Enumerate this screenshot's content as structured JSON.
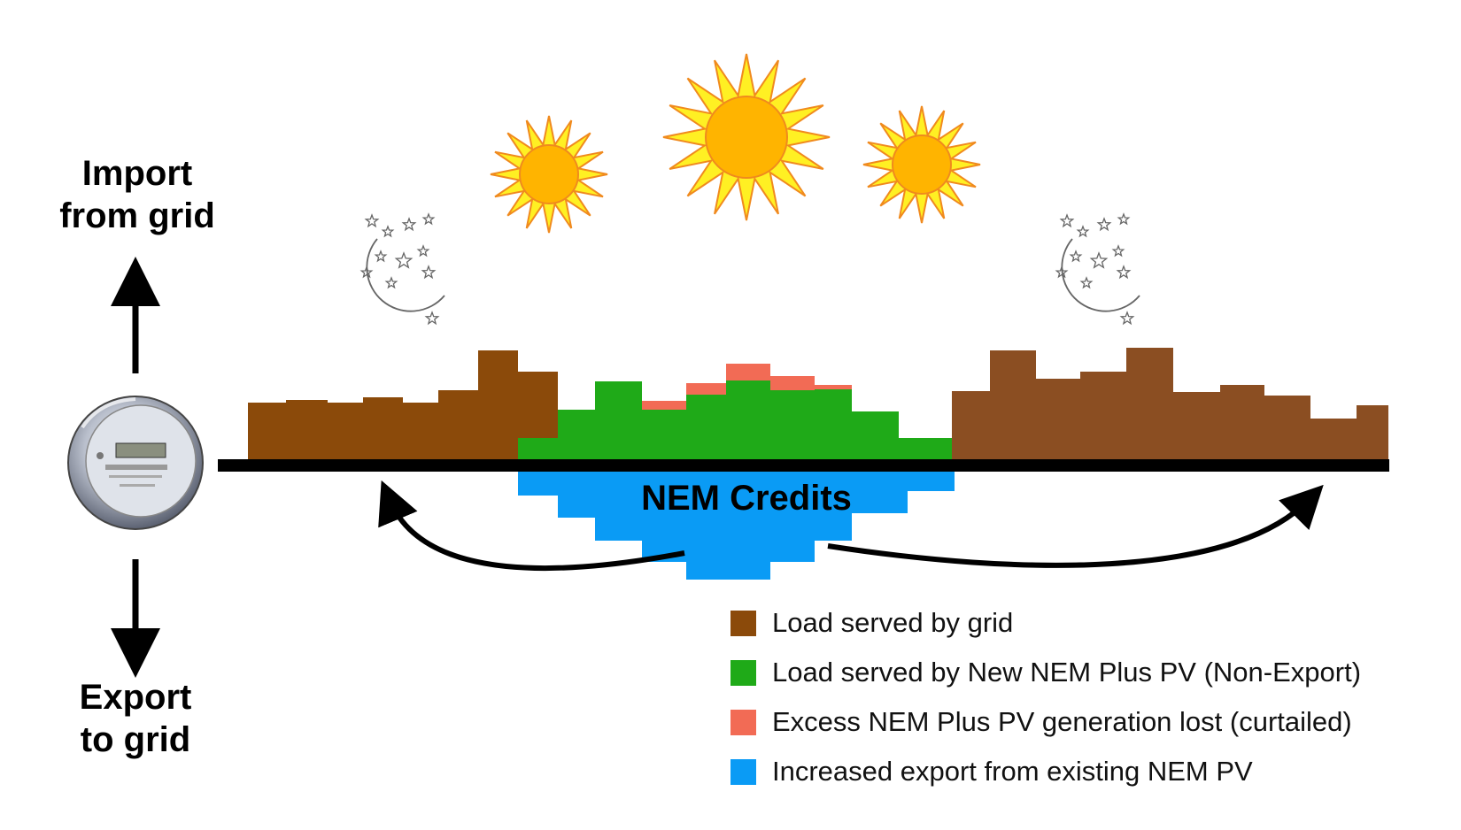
{
  "axis": {
    "import_line1": "Import",
    "import_line2": "from grid",
    "export_line1": "Export",
    "export_line2": "to grid"
  },
  "credits_label": "NEM Credits",
  "icons": [
    "electric-meter-icon",
    "sun-icon",
    "moon-stars-icon",
    "arrow-up-icon",
    "arrow-down-icon",
    "curved-arrow-icon"
  ],
  "colors": {
    "grid_load": "#8B4A0A",
    "grid_load_evening": "#8B4E22",
    "pv_load": "#1FAA18",
    "curtailed": "#F26B55",
    "export": "#0A9BF5",
    "sun_core": "#FFB400",
    "sun_rays": "#FFF023"
  },
  "legend": [
    {
      "label": "Load served by grid",
      "color": "#8B4A0A"
    },
    {
      "label": "Load served by New NEM Plus PV (Non-Export)",
      "color": "#1FAA18"
    },
    {
      "label": "Excess NEM Plus PV generation lost (curtailed)",
      "color": "#F26B55"
    },
    {
      "label": "Increased export from existing NEM PV",
      "color": "#0A9BF5"
    }
  ]
}
